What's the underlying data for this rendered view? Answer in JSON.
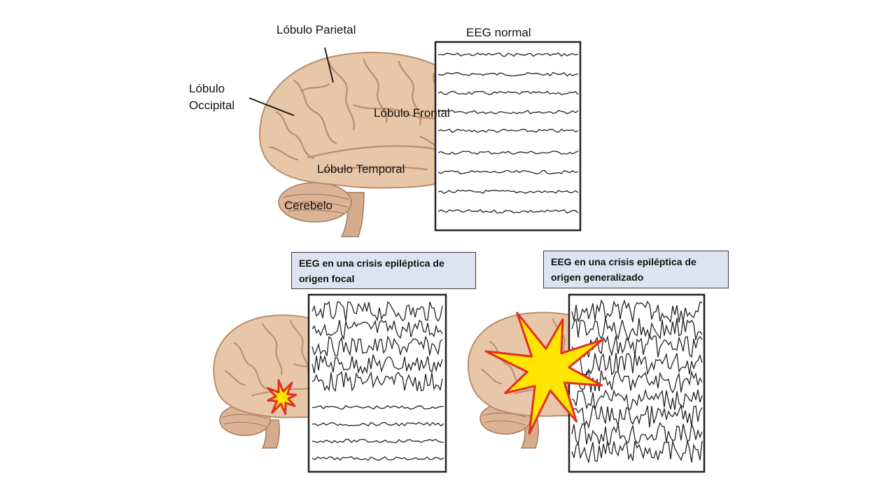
{
  "labels": {
    "parietal": "Lóbulo Parietal",
    "occipital_line1": "Lóbulo",
    "occipital_line2": "Occipital",
    "frontal": "Lóbulo Frontal",
    "temporal": "Lóbulo Temporal",
    "cerebellum": "Cerebelo"
  },
  "eeg_normal": {
    "title": "EEG normal"
  },
  "focal": {
    "caption_line1": "EEG en una crisis epiléptica de",
    "caption_line2": "origen focal"
  },
  "generalized": {
    "caption_line1": "EEG en una crisis epiléptica de",
    "caption_line2": "origen generalizado"
  },
  "colors": {
    "brain": "#e7c7a8",
    "brain_dark": "#b98c6c",
    "cerebellum": "#dcb395",
    "stem": "#d4ab8d",
    "caption_bg": "#dde3f0",
    "star_fill": "#ffe600",
    "star_edge": "#e0301e",
    "trace": "#222222"
  }
}
